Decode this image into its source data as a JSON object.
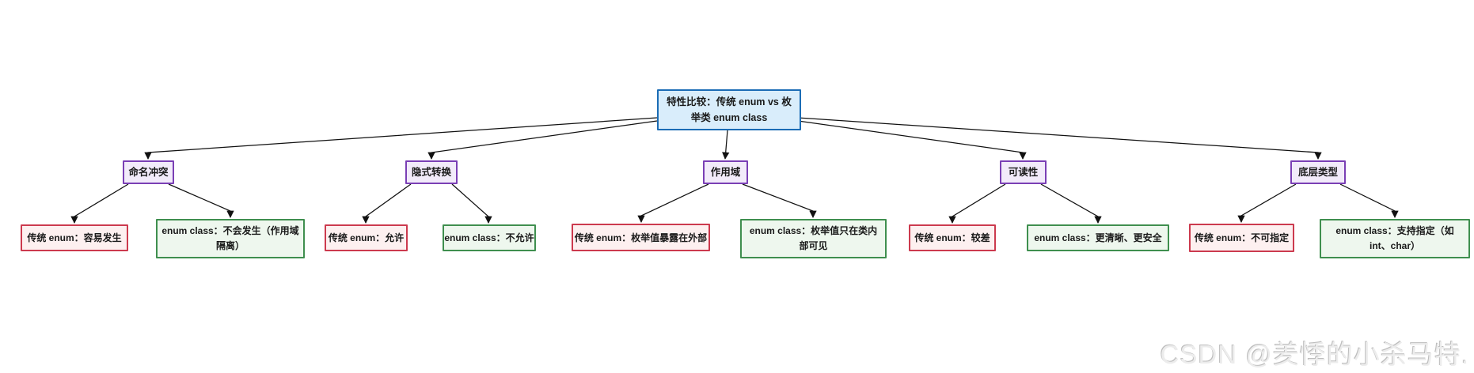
{
  "diagram": {
    "root": {
      "label": "特性比较：传统 enum vs 枚举类 enum class"
    },
    "categories": [
      {
        "label": "命名冲突",
        "traditional": "传统 enum：容易发生",
        "enum_class": "enum class：不会发生（作用域隔离）"
      },
      {
        "label": "隐式转换",
        "traditional": "传统 enum：允许",
        "enum_class": "enum class：不允许"
      },
      {
        "label": "作用域",
        "traditional": "传统 enum：枚举值暴露在外部",
        "enum_class": "enum class：枚举值只在类内部可见"
      },
      {
        "label": "可读性",
        "traditional": "传统 enum：较差",
        "enum_class": "enum class：更清晰、更安全"
      },
      {
        "label": "底层类型",
        "traditional": "传统 enum：不可指定",
        "enum_class": "enum class：支持指定（如 int、char）"
      }
    ]
  },
  "colors": {
    "root_fill": "#d9edfb",
    "root_border": "#1b6cb5",
    "category_fill": "#f2ebfa",
    "category_border": "#7a3fb5",
    "traditional_fill": "#fdf0f0",
    "traditional_border": "#cc3a4e",
    "enum_class_fill": "#eef7ee",
    "enum_class_border": "#3f8f4f",
    "edge": "#111111",
    "watermark": "#ececec"
  },
  "watermark": "CSDN @羑悸的小杀马特."
}
